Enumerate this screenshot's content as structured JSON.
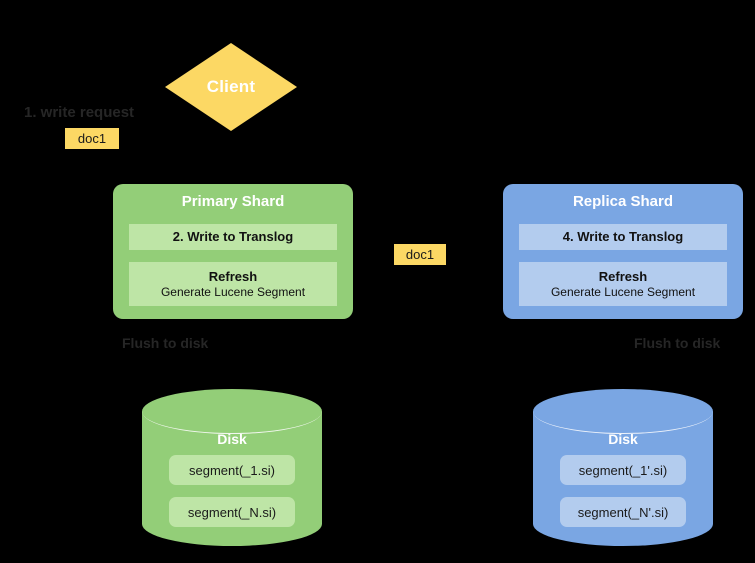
{
  "diagram": {
    "title": "Elasticsearch write path: primary and replica shard",
    "background_color": "#000000",
    "palette": {
      "client_yellow": "#FCD864",
      "primary_green": "#93CE78",
      "primary_green_light": "#BEE5A6",
      "replica_blue": "#7AA6E3",
      "replica_blue_light": "#B3CCEE",
      "caption_gray": "#262626",
      "connector_line": "#1d1d1d"
    }
  },
  "client": {
    "label": "Client",
    "shape": "diamond"
  },
  "write_request": {
    "caption": "1. write request",
    "doc_badge": "doc1"
  },
  "replication": {
    "doc_badge": "doc1"
  },
  "primary_shard": {
    "title": "Primary Shard",
    "translog": "2. Write to Translog",
    "refresh_title": "Refresh",
    "refresh_subtitle": "Generate Lucene Segment",
    "flush_caption": "Flush to disk",
    "disk": {
      "label": "Disk",
      "segments": [
        "segment(_1.si)",
        "segment(_N.si)"
      ]
    }
  },
  "replica_shard": {
    "title": "Replica Shard",
    "translog": "4. Write to Translog",
    "refresh_title": "Refresh",
    "refresh_subtitle": "Generate Lucene Segment",
    "flush_caption": "Flush to disk",
    "disk": {
      "label": "Disk",
      "segments": [
        "segment(_1'.si)",
        "segment(_N'.si)"
      ]
    }
  }
}
